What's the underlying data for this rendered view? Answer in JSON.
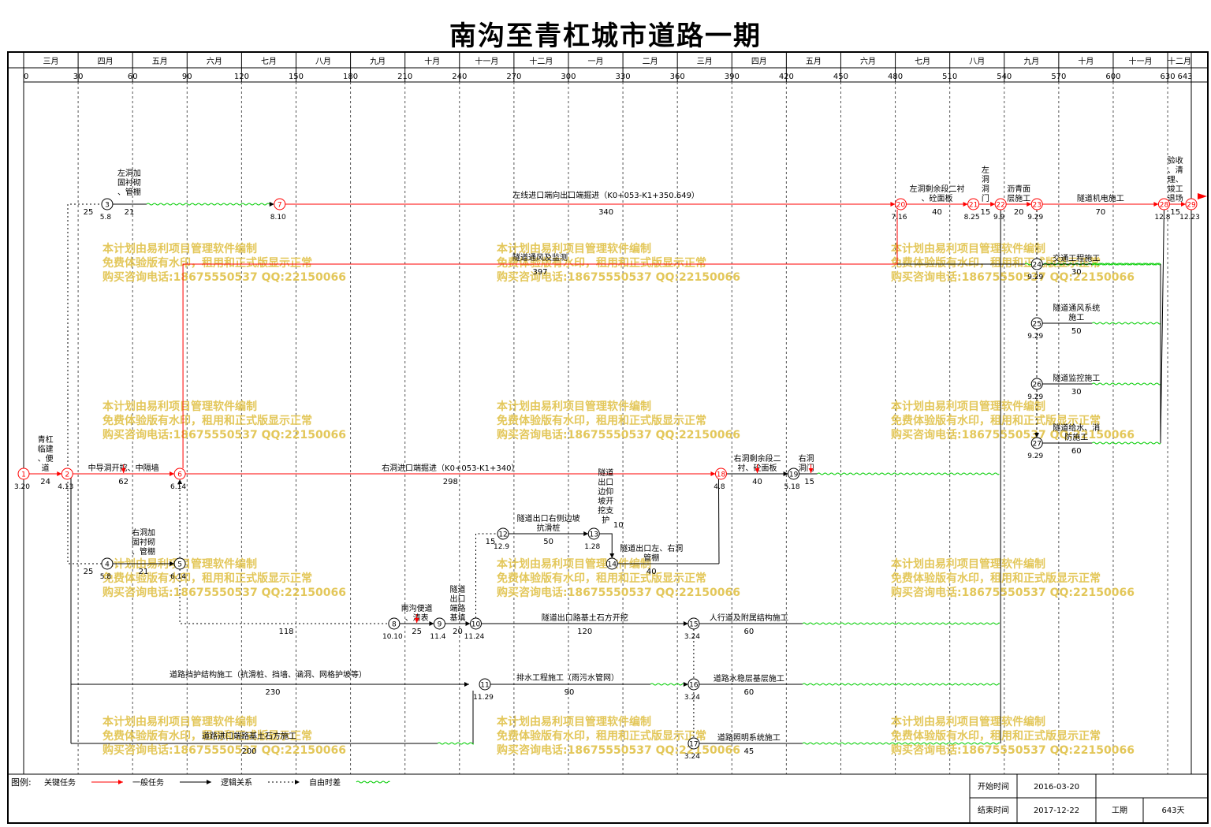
{
  "title": "南沟至青杠城市道路一期",
  "chart_data": {
    "type": "network-schedule",
    "months": [
      "三月",
      "四月",
      "五月",
      "六月",
      "七月",
      "八月",
      "九月",
      "十月",
      "十一月",
      "十二月",
      "一月",
      "二月",
      "三月",
      "四月",
      "五月",
      "六月",
      "七月",
      "八月",
      "九月",
      "十月",
      "十一月",
      "十二月"
    ],
    "day_ticks": [
      0,
      30,
      60,
      90,
      120,
      150,
      180,
      210,
      240,
      270,
      300,
      330,
      360,
      390,
      420,
      450,
      480,
      510,
      540,
      570,
      600,
      630,
      643
    ],
    "nodes": [
      {
        "id": "1",
        "day": 0,
        "lane": "main",
        "date": "3.20",
        "critical": true
      },
      {
        "id": "2",
        "day": 24,
        "lane": "main",
        "date": "4.13",
        "critical": true
      },
      {
        "id": "3",
        "day": 46,
        "lane": "top",
        "date": "5.8",
        "critical": false
      },
      {
        "id": "4",
        "day": 46,
        "lane": "r4",
        "date": "5.8",
        "critical": false
      },
      {
        "id": "5",
        "day": 86,
        "lane": "r4",
        "date": "6.14",
        "critical": false
      },
      {
        "id": "6",
        "day": 86,
        "lane": "main",
        "date": "6.14",
        "critical": true
      },
      {
        "id": "7",
        "day": 141,
        "lane": "top",
        "date": "8.10",
        "critical": true
      },
      {
        "id": "8",
        "day": 204,
        "lane": "r6",
        "date": "10.10",
        "critical": false
      },
      {
        "id": "9",
        "day": 229,
        "lane": "r6",
        "date": "11.4",
        "critical": false
      },
      {
        "id": "10",
        "day": 249,
        "lane": "r6",
        "date": "11.24",
        "critical": false
      },
      {
        "id": "11",
        "day": 254,
        "lane": "r7",
        "date": "11.29",
        "critical": false
      },
      {
        "id": "12",
        "day": 264,
        "lane": "r3",
        "date": "12.9",
        "critical": false
      },
      {
        "id": "13",
        "day": 314,
        "lane": "r3",
        "date": "1.28",
        "critical": false
      },
      {
        "id": "14",
        "day": 324,
        "lane": "r4",
        "date": "",
        "critical": false
      },
      {
        "id": "15",
        "day": 369,
        "lane": "r6",
        "date": "3.24",
        "critical": false
      },
      {
        "id": "16",
        "day": 369,
        "lane": "r7",
        "date": "3.24",
        "critical": false
      },
      {
        "id": "17",
        "day": 369,
        "lane": "r8",
        "date": "3.24",
        "critical": false
      },
      {
        "id": "18",
        "day": 384,
        "lane": "main",
        "date": "4.8",
        "critical": true
      },
      {
        "id": "19",
        "day": 424,
        "lane": "main",
        "date": "5.18",
        "critical": false
      },
      {
        "id": "20",
        "day": 483,
        "lane": "top",
        "date": "7.16",
        "critical": true
      },
      {
        "id": "21",
        "day": 523,
        "lane": "top",
        "date": "8.25",
        "critical": true
      },
      {
        "id": "22",
        "day": 538,
        "lane": "top",
        "date": "9.9",
        "critical": true
      },
      {
        "id": "23",
        "day": 558,
        "lane": "top",
        "date": "9.29",
        "critical": true
      },
      {
        "id": "24",
        "day": 558,
        "lane": "r1",
        "date": "9.29",
        "critical": false
      },
      {
        "id": "25",
        "day": 558,
        "lane": "r2",
        "date": "9.29",
        "critical": false
      },
      {
        "id": "26",
        "day": 558,
        "lane": "rm",
        "date": "9.29",
        "critical": false
      },
      {
        "id": "27",
        "day": 558,
        "lane": "rg",
        "date": "9.29",
        "critical": false
      },
      {
        "id": "28",
        "day": 628,
        "lane": "top",
        "date": "12.8",
        "critical": true
      },
      {
        "id": "29",
        "day": 643,
        "lane": "top",
        "date": "12.23",
        "critical": true
      }
    ],
    "tasks": [
      {
        "name": "青杠临建、便道",
        "duration": "24",
        "from": "1",
        "to": "2",
        "critical": true
      },
      {
        "name": "中导洞开挖、中隔墙",
        "duration": "62",
        "from": "2",
        "to": "6",
        "critical": true
      },
      {
        "name": "左洞加固衬砌、管棚",
        "duration": "21",
        "from": "3",
        "to": "7",
        "critical": false
      },
      {
        "name": "右洞加固衬砌、管棚",
        "duration": "21",
        "from": "4",
        "to": "5",
        "critical": false
      },
      {
        "name": "左线进口端向出口端掘进（K0+053-K1+350.649）",
        "duration": "340",
        "from": "7",
        "to": "20",
        "critical": true
      },
      {
        "name": "隧道通风及监测",
        "duration": "397",
        "from": "6",
        "to": "28",
        "critical": false
      },
      {
        "name": "右洞进口端掘进（K0+053-K1+340）",
        "duration": "298",
        "from": "6",
        "to": "18",
        "critical": true
      },
      {
        "name": "右洞剩余段二衬、砼面板",
        "duration": "40",
        "from": "18",
        "to": "19",
        "critical": false
      },
      {
        "name": "右洞洞门",
        "duration": "15",
        "from": "19",
        "to": "22",
        "critical": false
      },
      {
        "name": "南沟便道、清表",
        "duration": "25",
        "from": "8",
        "to": "9",
        "critical": false
      },
      {
        "name": "隧道出口端路基填",
        "duration": "20",
        "from": "9",
        "to": "10",
        "critical": false
      },
      {
        "name": "隧道出口右侧边坡抗滑桩",
        "duration": "50",
        "from": "12",
        "to": "13",
        "critical": false
      },
      {
        "name": "隧道出口边仰坡开挖支护",
        "duration": "10",
        "from": "13",
        "to": "14",
        "critical": false
      },
      {
        "name": "隧道出口左、右洞管棚",
        "duration": "40",
        "from": "14",
        "to": "18",
        "critical": false
      },
      {
        "name": "隧道出口路基土石方开挖",
        "duration": "120",
        "from": "10",
        "to": "15",
        "critical": false
      },
      {
        "name": "道路挡护结构施工（抗滑桩、挡墙、涵洞、网格护坡等）",
        "duration": "230",
        "from": "2",
        "to": "11",
        "critical": false
      },
      {
        "name": "道路进口端路基土石方施工",
        "duration": "200",
        "from": "2",
        "to": "11",
        "critical": false
      },
      {
        "name": "排水工程施工（雨污水管网）",
        "duration": "90",
        "from": "11",
        "to": "16",
        "critical": false
      },
      {
        "name": "人行道及附属结构施工",
        "duration": "60",
        "from": "15",
        "to": "22",
        "critical": false
      },
      {
        "name": "道路水稳层基层施工",
        "duration": "60",
        "from": "16",
        "to": "22",
        "critical": false
      },
      {
        "name": "道路照明系统施工",
        "duration": "45",
        "from": "17",
        "to": "22",
        "critical": false
      },
      {
        "name": "左洞剩余段二衬、砼面板",
        "duration": "40",
        "from": "20",
        "to": "21",
        "critical": true
      },
      {
        "name": "左洞洞门",
        "duration": "15",
        "from": "21",
        "to": "22",
        "critical": true
      },
      {
        "name": "沥青面层施工",
        "duration": "20",
        "from": "22",
        "to": "23",
        "critical": true
      },
      {
        "name": "隧道机电施工",
        "duration": "70",
        "from": "23",
        "to": "28",
        "critical": true
      },
      {
        "name": "交通工程施工",
        "duration": "30",
        "from": "24",
        "to": "28",
        "critical": false
      },
      {
        "name": "隧道通风系统施工",
        "duration": "50",
        "from": "25",
        "to": "28",
        "critical": false
      },
      {
        "name": "隧道监控施工",
        "duration": "30",
        "from": "26",
        "to": "28",
        "critical": false
      },
      {
        "name": "隧道给水、消防施工",
        "duration": "60",
        "from": "27",
        "to": "28",
        "critical": false
      },
      {
        "name": "验收、清理、竣工退场",
        "duration": "15",
        "from": "28",
        "to": "29",
        "critical": true
      }
    ],
    "float_labels": {
      "f1": "25",
      "f2": "25",
      "f3": "118",
      "f4": "15"
    }
  },
  "watermark": {
    "line1": "本计划由易利项目管理软件编制",
    "line2": "免费体验版有水印，租用和正式版显示正常",
    "line3": "购买咨询电话:18675550537 QQ:22150066"
  },
  "legend": {
    "label": "图例:",
    "critical": "关键任务",
    "normal": "一般任务",
    "logic": "逻辑关系",
    "float": "自由时差"
  },
  "info": {
    "start_label": "开始时间",
    "start_value": "2016-03-20",
    "end_label": "结束时间",
    "end_value": "2017-12-22",
    "period_label": "工期",
    "period_value": "643天"
  },
  "colors": {
    "critical": "#ff0000",
    "normal": "#000000",
    "float": "#00cc00",
    "watermark": "#e3c75a"
  }
}
